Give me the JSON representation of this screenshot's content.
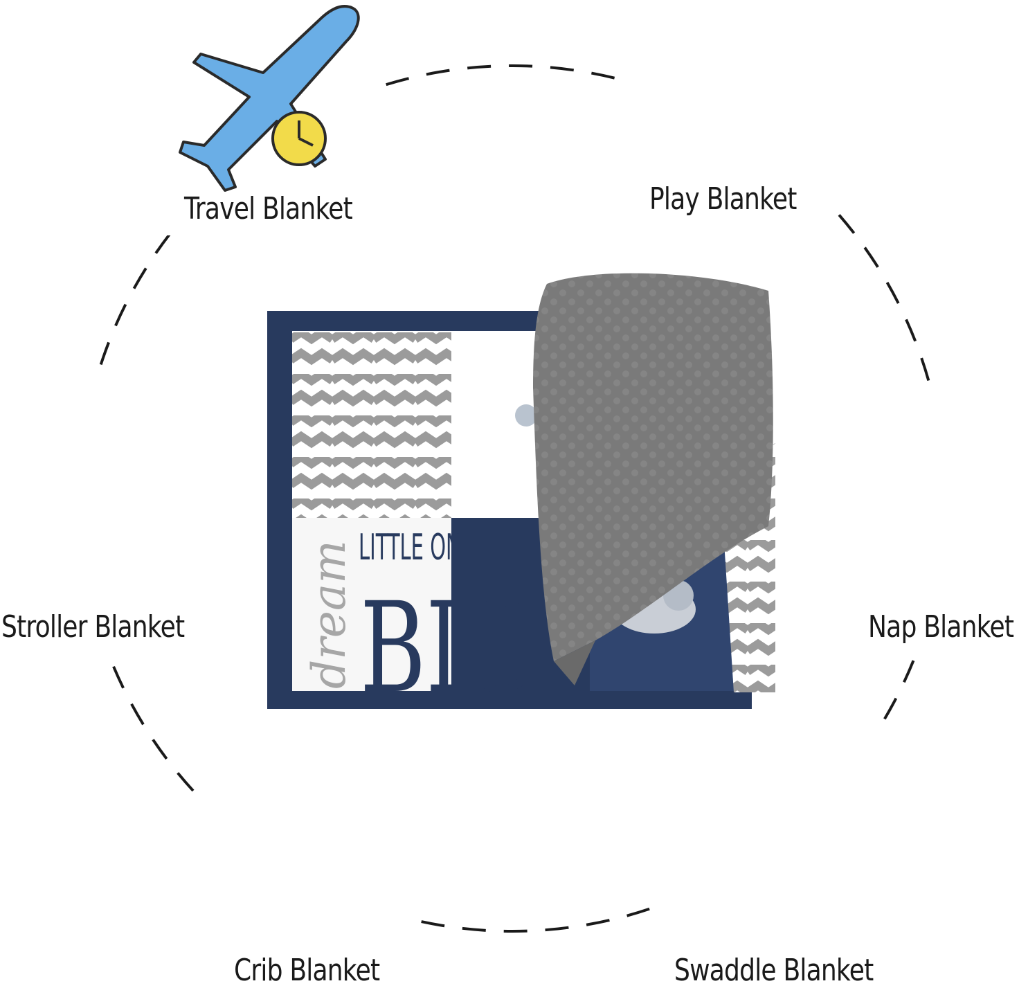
{
  "labels": {
    "travel": "Travel Blanket",
    "play": "Play Blanket",
    "stroller": "Stroller Blanket",
    "nap": "Nap Blanket",
    "crib": "Crib Blanket",
    "swaddle": "Swaddle Blanket"
  },
  "blanket_text": {
    "little_one": "LITTLE ONE",
    "dream": "dream",
    "big": "BIG"
  },
  "colors": {
    "navy": "#283a5e",
    "minky_gray": "#7a7a7a",
    "chevron_gray": "#9b9b9b",
    "plane_blue": "#6aaee6",
    "clock_yellow": "#f2db4a",
    "mat_tan": "#f1cf7c",
    "mat_green": "#b7d98b",
    "stroller_green": "#63c597",
    "moon_yellow": "#f5dd46",
    "clock_green": "#7ccc9e",
    "swaddle_blue": "#8ec4de",
    "crib_brown": "#b58f77"
  },
  "icons": [
    "airplane-clock-icon",
    "play-mat-icon",
    "stroller-icon",
    "moon-clock-icon",
    "crib-icon",
    "swaddled-baby-icon"
  ]
}
